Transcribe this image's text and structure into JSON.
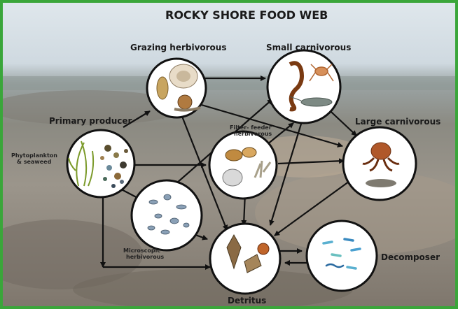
{
  "title": "ROCKY SHORE FOOD WEB",
  "nodes": {
    "grazing": {
      "label": "Grazing herbivorous"
    },
    "small_carn": {
      "label": "Small carnivorous"
    },
    "primary": {
      "label": "Primary producer",
      "sublabel_line1": "Phytoplankton",
      "sublabel_line2": "& seaweed"
    },
    "filter": {
      "label_line1": "Filter- feeder",
      "label_line2": "herbivorous"
    },
    "large_carn": {
      "label": "Large carnivorous"
    },
    "micro": {
      "label_line1": "Microscopic",
      "label_line2": "herbivorous"
    },
    "detritus": {
      "label": "Detritus"
    },
    "decomposer": {
      "label": "Decomposer"
    }
  },
  "colors": {
    "border": "#3aa63a",
    "circle_stroke": "#111111",
    "circle_fill": "#ffffff",
    "arrow": "#111111"
  }
}
